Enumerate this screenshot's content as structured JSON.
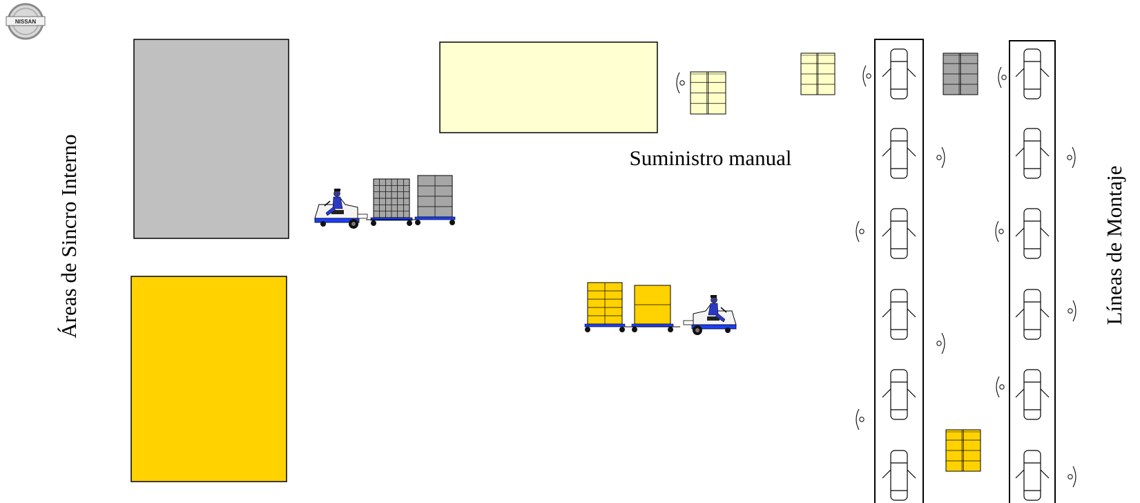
{
  "logo": {
    "text": "NISSAN"
  },
  "labels": {
    "left_vertical": "Áreas de Sincro Interno",
    "right_vertical": "Líneas de Montaje",
    "manual_supply": "Suministro manual"
  },
  "colors": {
    "gray_area": "#c0c0c0",
    "yellow_area": "#ffd200",
    "cream_area": "#ffffd2",
    "tugger_blue": "#1a3fff",
    "gray_rack": "#a6a6a6",
    "cream_rack": "#ffffc8",
    "yellow_rack": "#ffd200"
  }
}
